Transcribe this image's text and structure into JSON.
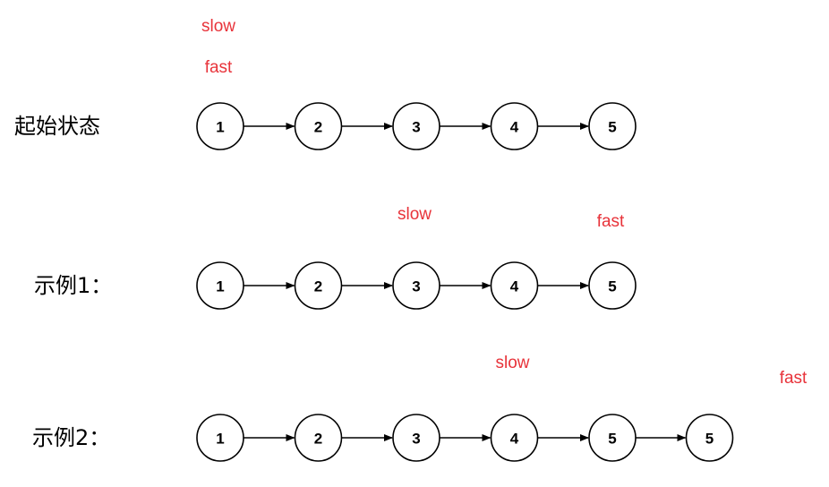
{
  "colors": {
    "pointer": "#e8333a",
    "node_stroke": "#000000",
    "node_fill": "#ffffff",
    "label": "#000000"
  },
  "rows": [
    {
      "label": "起始状态",
      "nodes": [
        "1",
        "2",
        "3",
        "4",
        "5"
      ],
      "pointers": [
        {
          "name": "slow",
          "target_index": 0,
          "offset": "far"
        },
        {
          "name": "fast",
          "target_index": 0,
          "offset": "near"
        }
      ]
    },
    {
      "label": "示例1：",
      "nodes": [
        "1",
        "2",
        "3",
        "4",
        "5"
      ],
      "pointers": [
        {
          "name": "slow",
          "target_index": 2,
          "offset": "far"
        },
        {
          "name": "fast",
          "target_index": 4,
          "offset": "near"
        }
      ]
    },
    {
      "label": "示例2：",
      "nodes": [
        "1",
        "2",
        "3",
        "4",
        "5",
        "5"
      ],
      "pointers": [
        {
          "name": "slow",
          "target_index": 3,
          "offset": "far"
        },
        {
          "name": "fast",
          "target_index": 6,
          "offset": "near"
        }
      ]
    }
  ]
}
